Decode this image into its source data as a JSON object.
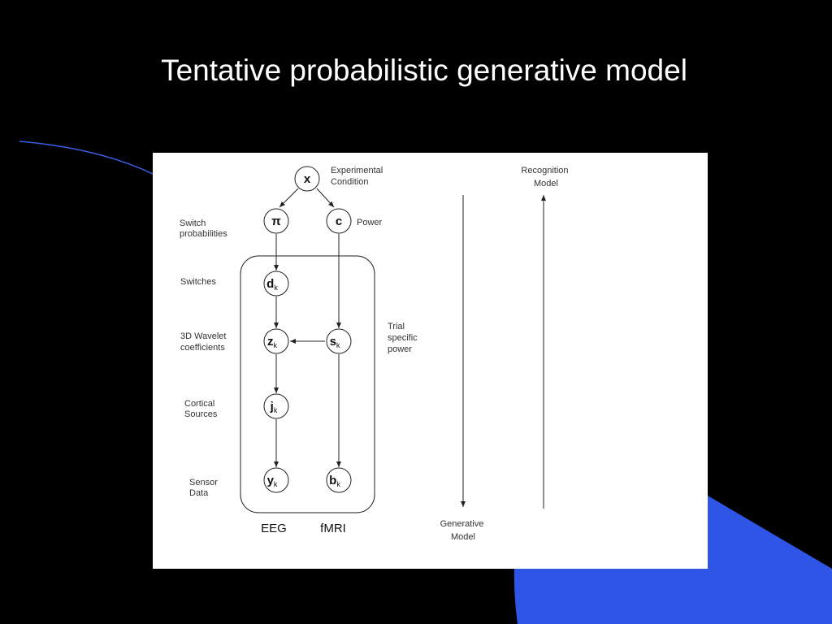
{
  "slide": {
    "title": "Tentative probabilistic generative model",
    "colors": {
      "background": "#000000",
      "accent_blue": "#2f55e6",
      "title": "#ffffff"
    }
  },
  "diagram": {
    "nodes": {
      "x": "x",
      "pi": "π",
      "c": "c",
      "d": {
        "base": "d",
        "sub": "k"
      },
      "z": {
        "base": "z",
        "sub": "k"
      },
      "s": {
        "base": "s",
        "sub": "k"
      },
      "j": {
        "base": "j",
        "sub": "k"
      },
      "y": {
        "base": "y",
        "sub": "k"
      },
      "b": {
        "base": "b",
        "sub": "k"
      }
    },
    "labels": {
      "experimental": [
        "Experimental",
        "Condition"
      ],
      "power": "Power",
      "switch_prob": [
        "Switch",
        "probabilities"
      ],
      "switches": "Switches",
      "wavelet": [
        "3D Wavelet",
        "coefficients"
      ],
      "trial": [
        "Trial",
        "specific",
        "power"
      ],
      "cortical": [
        "Cortical",
        "Sources"
      ],
      "sensor": [
        "Sensor",
        "Data"
      ]
    },
    "modalities": {
      "eeg": "EEG",
      "fmri": "fMRI"
    },
    "generative": [
      "Generative",
      "Model"
    ],
    "recognition": [
      "Recognition",
      "Model"
    ]
  }
}
